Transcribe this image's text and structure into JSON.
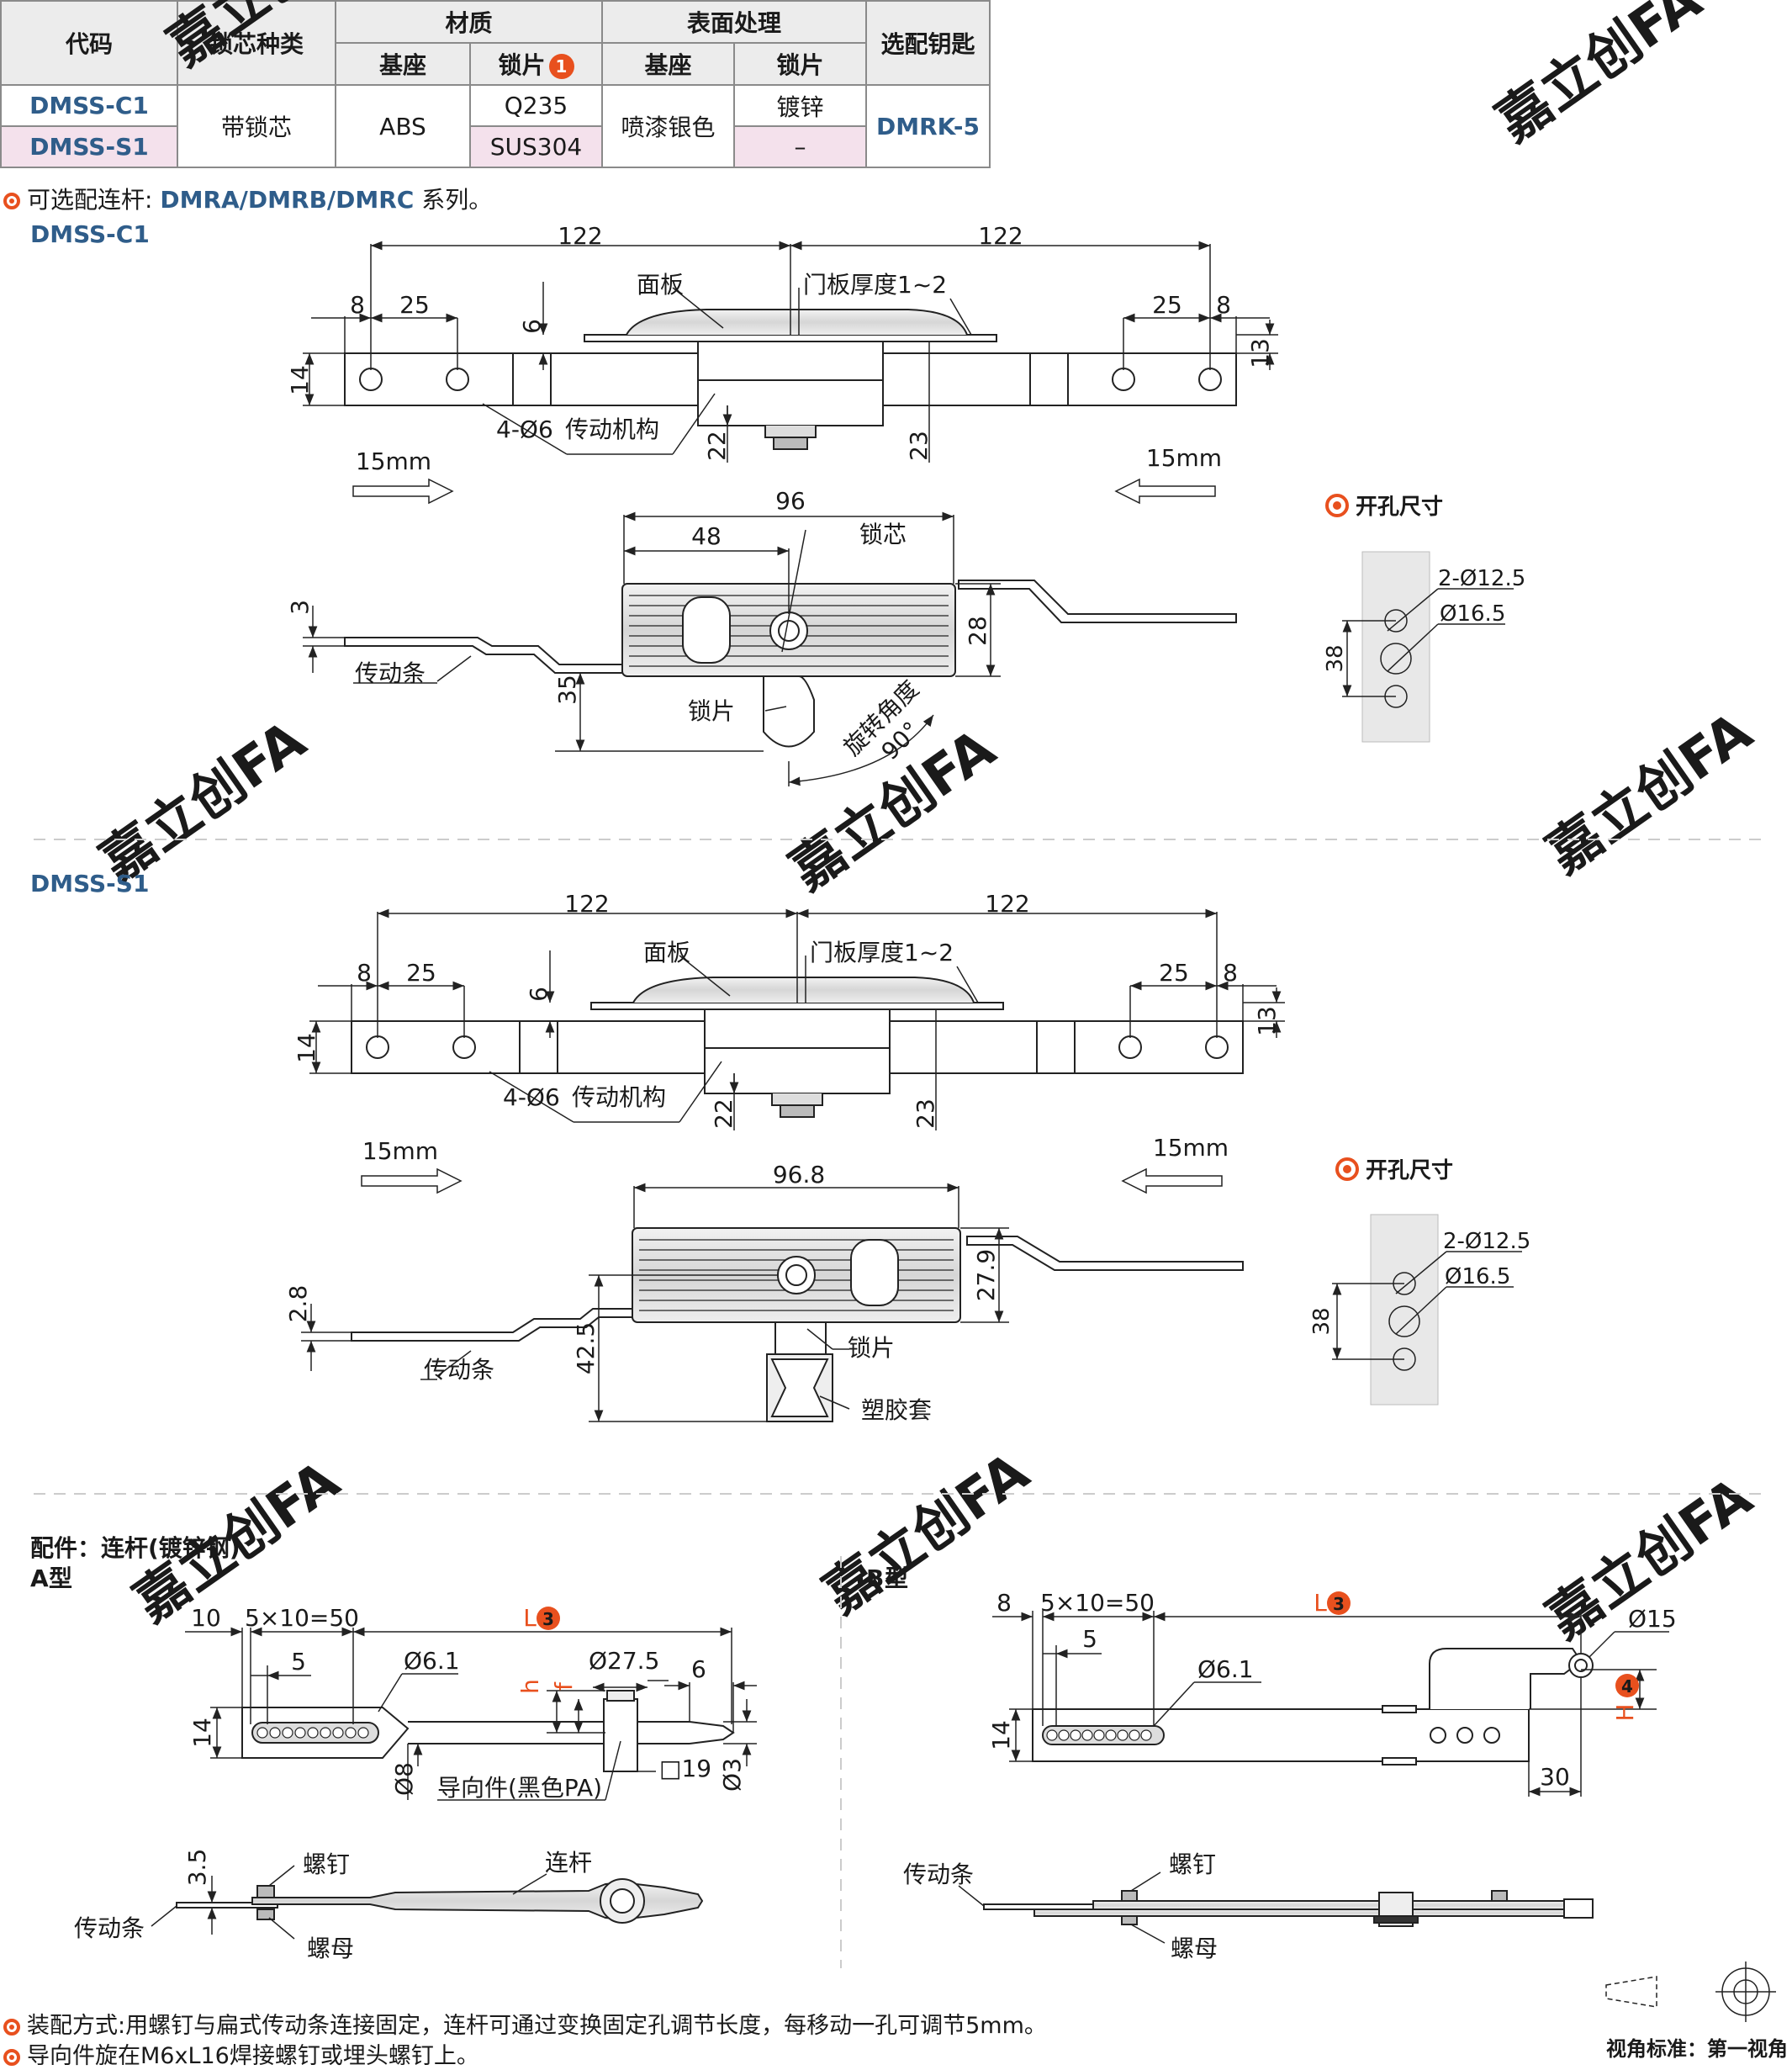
{
  "table": {
    "h_code": "代码",
    "h_core": "锁芯种类",
    "h_material": "材质",
    "h_surface": "表面处理",
    "h_key": "选配钥匙",
    "h_base": "基座",
    "h_plate": "锁片",
    "h_plate_badge": "1",
    "h_base2": "基座",
    "h_plate2": "锁片",
    "rows": [
      {
        "code": "DMSS-C1",
        "plate_mat": "Q235",
        "plate_surf": "镀锌"
      },
      {
        "code": "DMSS-S1",
        "plate_mat": "SUS304",
        "plate_surf": "–"
      }
    ],
    "core": "带锁芯",
    "base_mat": "ABS",
    "base_surf": "喷漆银色",
    "key": "DMRK-5"
  },
  "note_rod": {
    "prefix": "可选配连杆: ",
    "models": "DMRA/DMRB/DMRC",
    "suffix": " 系列。"
  },
  "c1": {
    "title": "DMSS-C1",
    "d122a": "122",
    "d122b": "122",
    "d8": "8",
    "d25": "25",
    "d6": "6",
    "d14": "14",
    "d25r": "25",
    "d8r": "8",
    "d13": "13",
    "panel": "面板",
    "door": "门板厚度1~2",
    "holes": "4-Ø6",
    "mech": "传动机构",
    "d22": "22",
    "d23": "23",
    "move_l": "15mm",
    "move_r": "15mm",
    "d96": "96",
    "d48": "48",
    "core": "锁芯",
    "d3": "3",
    "d28": "28",
    "strip": "传动条",
    "d35": "35",
    "plate": "锁片",
    "rot": "旋转角度",
    "deg": "90°",
    "cut_title": "开孔尺寸",
    "cut_a": "2-Ø12.5",
    "cut_b": "Ø16.5",
    "cut_38": "38"
  },
  "s1": {
    "title": "DMSS-S1",
    "d122a": "122",
    "d122b": "122",
    "d8": "8",
    "d25": "25",
    "d6": "6",
    "d14": "14",
    "d25r": "25",
    "d8r": "8",
    "d13": "13",
    "panel": "面板",
    "door": "门板厚度1~2",
    "holes": "4-Ø6",
    "mech": "传动机构",
    "d22": "22",
    "d23": "23",
    "move_l": "15mm",
    "move_r": "15mm",
    "d96": "96.8",
    "d28": "27.9",
    "d3": "2.8",
    "d42": "42.5",
    "strip": "传动条",
    "plate": "锁片",
    "sleeve": "塑胶套",
    "cut_title": "开孔尺寸",
    "cut_a": "2-Ø12.5",
    "cut_b": "Ø16.5",
    "cut_38": "38"
  },
  "acc": {
    "title": "配件：连杆(镀锌钢)",
    "a_type": "A",
    "a_suffix": "型",
    "b_type": "B",
    "b_suffix": "型",
    "a": {
      "d10": "10",
      "d5x": "5×10=50",
      "L": "L",
      "L_badge": "3",
      "d5": "5",
      "d61": "Ø6.1",
      "h": "h",
      "f": "f",
      "d275": "Ø27.5",
      "d6": "6",
      "d14": "14",
      "d8": "Ø8",
      "sq19": "□19",
      "d3": "Ø3",
      "guide": "导向件(黑色PA)",
      "d35": "3.5",
      "screw": "螺钉",
      "rod": "连杆",
      "strip": "传动条",
      "nut": "螺母"
    },
    "b": {
      "d8": "8",
      "d5x": "5×10=50",
      "L": "L",
      "L_badge": "3",
      "d5": "5",
      "d61": "Ø6.1",
      "d15": "Ø15",
      "H": "H",
      "H_badge": "4",
      "d14": "14",
      "d30": "30",
      "strip": "传动条",
      "screw": "螺钉",
      "nut": "螺母"
    }
  },
  "notes": [
    "装配方式:用螺钉与扁式传动条连接固定，连杆可通过变换固定孔调节长度，每移动一孔可调节5mm。",
    "导向件旋在M6xL16焊接螺钉或埋头螺钉上。"
  ],
  "view": "视角标准：第一视角",
  "watermark": "嘉立创FA",
  "colors": {
    "accent": "#e8501e",
    "code_blue": "#2f5d8a",
    "row_pink": "#f4e1ec"
  }
}
